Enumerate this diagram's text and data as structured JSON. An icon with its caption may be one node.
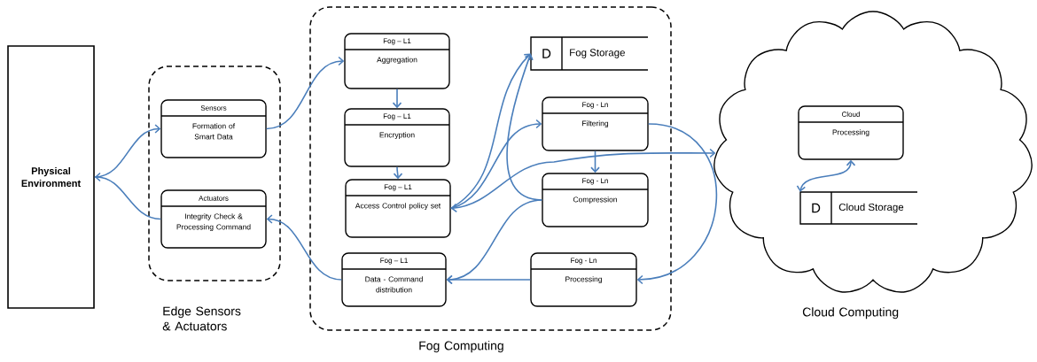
{
  "diagram": {
    "nodes": [
      {
        "text": [
          "Physical Environment"
        ]
      },
      {
        "text": [
          "Edge Sensors & Actuators"
        ]
      },
      {
        "text": [
          "Sensors",
          "Formation of Smart Data"
        ],
        "in": 1
      },
      {
        "text": [
          "Actuators",
          "Integrity Check & Processing Command"
        ],
        "in": 1
      },
      {
        "text": [
          "Fog Computing"
        ]
      },
      {
        "text": [
          "Fog – L1",
          "Aggregation"
        ],
        "in": 4
      },
      {
        "text": [
          "Fog – L1",
          "Encryption"
        ],
        "in": 4
      },
      {
        "text": [
          "Fog – L1",
          "Access Control policy set"
        ],
        "in": 4
      },
      {
        "text": [
          "Fog – L1",
          "Data - Command distribution"
        ],
        "in": 4
      },
      {
        "text": [
          "D",
          "Fog Storage"
        ],
        "in": 4
      },
      {
        "text": [
          "Fog - Ln",
          "Filtering"
        ],
        "in": 4
      },
      {
        "text": [
          "Fog - Ln",
          "Compression"
        ],
        "in": 4
      },
      {
        "text": [
          "Fog - Ln",
          "Processing"
        ],
        "in": 4
      },
      {
        "text": [
          "Cloud Computing"
        ]
      },
      {
        "text": [
          "Cloud",
          "Processing"
        ],
        "in": 13
      },
      {
        "text": [
          "D",
          "Cloud Storage"
        ],
        "in": 13
      }
    ],
    "edges": [
      {
        "from": 0,
        "to": 2,
        "arrow": "to"
      },
      {
        "from": 3,
        "to": 0,
        "arrow": "to"
      },
      {
        "from": 2,
        "to": 5,
        "arrow": "to"
      },
      {
        "from": 5,
        "to": 6,
        "arrow": "to"
      },
      {
        "from": 6,
        "to": 7,
        "arrow": "to"
      },
      {
        "from": 7,
        "to": 9,
        "arrow": "to"
      },
      {
        "from": 7,
        "to": 10,
        "arrow": "to"
      },
      {
        "from": 7,
        "to": 13,
        "arrow": "both"
      },
      {
        "from": 11,
        "to": 9,
        "arrow": "to"
      },
      {
        "from": 11,
        "to": 8,
        "arrow": "to"
      },
      {
        "from": 10,
        "to": 11,
        "arrow": "to"
      },
      {
        "from": 10,
        "to": 12,
        "arrow": "to"
      },
      {
        "from": 12,
        "to": 8,
        "arrow": "to"
      },
      {
        "from": 8,
        "to": 3,
        "arrow": "to"
      },
      {
        "from": 14,
        "to": 15,
        "arrow": "both"
      }
    ]
  }
}
